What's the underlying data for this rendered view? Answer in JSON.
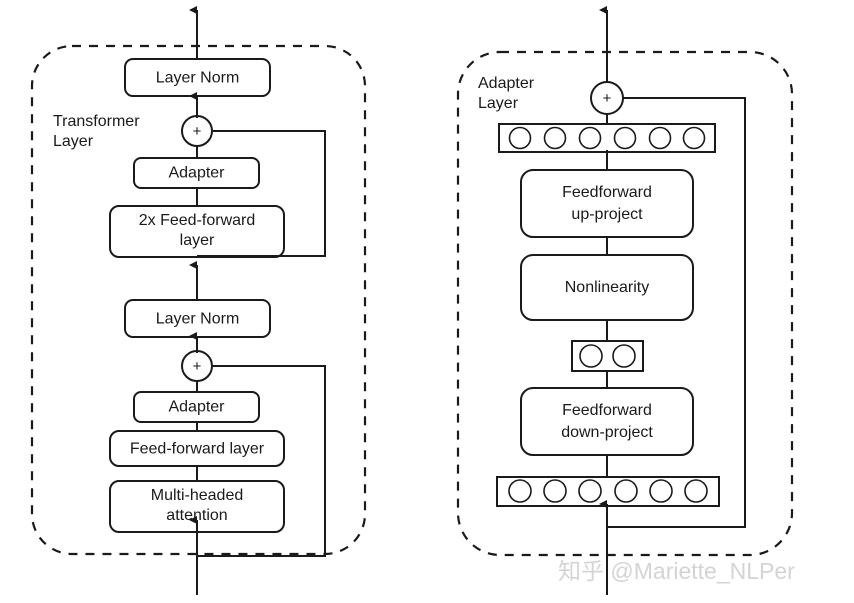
{
  "figure": {
    "title": "Transformer layer with adapters and adapter layer internals",
    "background": "#ffffff"
  },
  "colors": {
    "green_fill": "#dde8d3",
    "cream_fill": "#fcfbec",
    "gray_fill": "#eeeeee",
    "panel_fill_right": "#fdfaec",
    "panel_fill_left": "#ffffff",
    "stroke": "#1a1a1a",
    "watermark": "#d4d4d4"
  },
  "left_panel": {
    "name": "transformer-layer-panel",
    "label_line1": "Transformer",
    "label_line2": "Layer",
    "boxes": [
      {
        "id": "layer-norm-top",
        "label": "Layer Norm",
        "style": "green"
      },
      {
        "id": "adapter-top",
        "label": "Adapter",
        "style": "cream"
      },
      {
        "id": "feed-forward-2x",
        "label_line1": "2x Feed-forward",
        "label_line2": "layer",
        "style": "gray"
      },
      {
        "id": "layer-norm-mid",
        "label": "Layer Norm",
        "style": "green"
      },
      {
        "id": "adapter-bottom",
        "label": "Adapter",
        "style": "cream"
      },
      {
        "id": "feed-forward-layer",
        "label": "Feed-forward layer",
        "style": "gray"
      },
      {
        "id": "multi-headed-attention",
        "label_line1": "Multi-headed",
        "label_line2": "attention",
        "style": "gray"
      }
    ],
    "adders": [
      {
        "id": "add-top",
        "symbol": "+"
      },
      {
        "id": "add-bottom",
        "symbol": "+"
      }
    ]
  },
  "right_panel": {
    "name": "adapter-layer-panel",
    "label_line1": "Adapter",
    "label_line2": "Layer",
    "boxes": [
      {
        "id": "feedforward-up-project",
        "label_line1": "Feedforward",
        "label_line2": "up-project",
        "style": "green"
      },
      {
        "id": "nonlinearity",
        "label": "Nonlinearity",
        "style": "green"
      },
      {
        "id": "feedforward-down-project",
        "label_line1": "Feedforward",
        "label_line2": "down-project",
        "style": "green"
      }
    ],
    "neuron_rows": [
      {
        "id": "neuron-row-top",
        "count": 6
      },
      {
        "id": "neuron-row-bottleneck",
        "count": 2
      },
      {
        "id": "neuron-row-bottom",
        "count": 6
      }
    ],
    "adders": [
      {
        "id": "add-adapter-output",
        "symbol": "+"
      }
    ]
  },
  "watermark": {
    "text": "知乎 @Mariette_NLPer"
  }
}
